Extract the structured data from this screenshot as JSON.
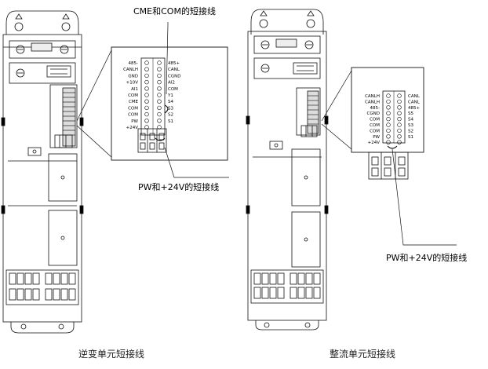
{
  "labels": {
    "cme_com_jumper": "CME和COM的短接线",
    "pw_24v_jumper_inverter": "PW和+24V的短接线",
    "pw_24v_jumper_rectifier": "PW和+24V的短接线"
  },
  "captions": {
    "inverter": "逆变单元短接线",
    "rectifier": "整流单元短接线"
  },
  "inverter_terminals": {
    "left": [
      "485-",
      "CANLH",
      "GND",
      "+10V",
      "AI1",
      "COM",
      "CME",
      "COM",
      "COM",
      "PW",
      "+24V"
    ],
    "right": [
      "485+",
      "CANL",
      "CGND",
      "AI2",
      "COM",
      "Y1",
      "S4",
      "S3",
      "S2",
      "S1"
    ]
  },
  "rectifier_terminals": {
    "left": [
      "CANLH",
      "CANLH",
      "485-",
      "CGND",
      "COM",
      "COM",
      "COM",
      "PW",
      "+24V"
    ],
    "right": [
      "CANL",
      "CANL",
      "485+",
      "S5",
      "S4",
      "S3",
      "S2",
      "S1"
    ]
  }
}
